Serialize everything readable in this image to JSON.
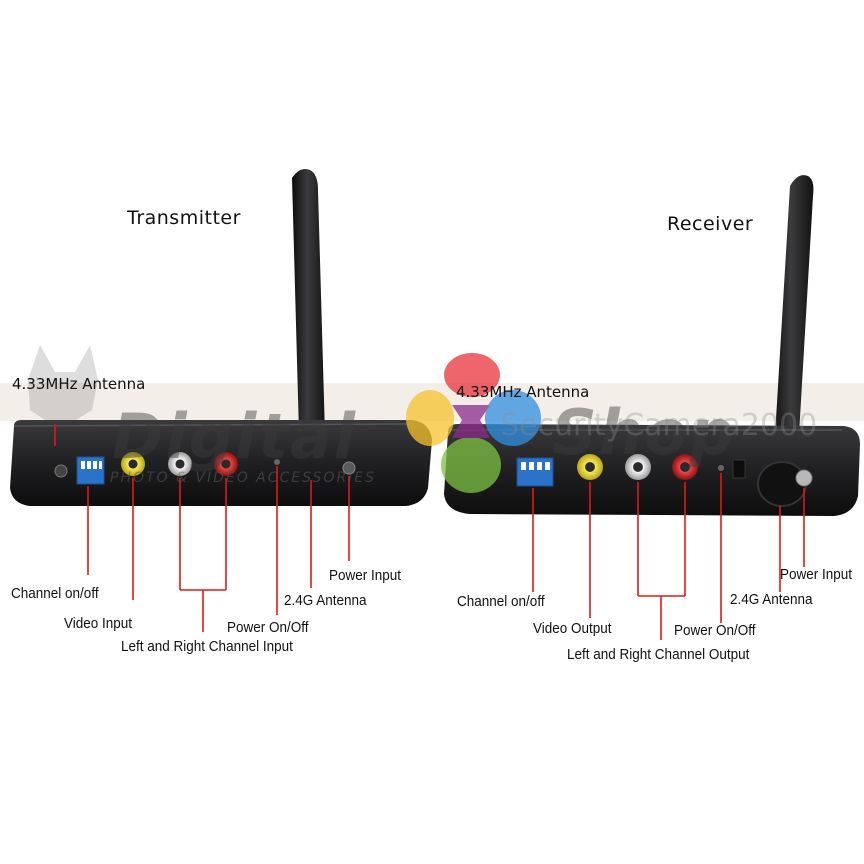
{
  "transmitter": {
    "title": "Transmitter",
    "labels": {
      "antenna_433": "4.33MHz Antenna",
      "channel": "Channel on/off",
      "video": "Video Input",
      "lr": "Left and Right Channel Input",
      "power_switch": "Power On/Off",
      "antenna_24": "2.4G Antenna",
      "power_input": "Power Input"
    }
  },
  "receiver": {
    "title": "Receiver",
    "labels": {
      "antenna_433": "4.33MHz Antenna",
      "channel": "Channel on/off",
      "video": "Video Output",
      "lr": "Left and Right Channel Output",
      "power_switch": "Power On/Off",
      "antenna_24": "2.4G Antenna",
      "power_input": "Power Input"
    }
  },
  "watermark": {
    "brand_left": "Digital",
    "brand_right": "Shop",
    "tagline": "PHOTO & VIDEO ACCESSORIES",
    "url_text": "SecurityCamera2000",
    "colors": {
      "red": "#e8333a",
      "blue": "#2f8fe0",
      "green": "#7cc242",
      "yellow": "#f6c22b",
      "purple": "#8a2a8a"
    }
  },
  "device_colors": {
    "body": "#1c1c1e",
    "red_line": "#e01818",
    "dip": "#2a73c9",
    "rca_yellow": "#e6d21e",
    "rca_red": "#c41e1e",
    "rca_white": "#d8d8d8"
  }
}
